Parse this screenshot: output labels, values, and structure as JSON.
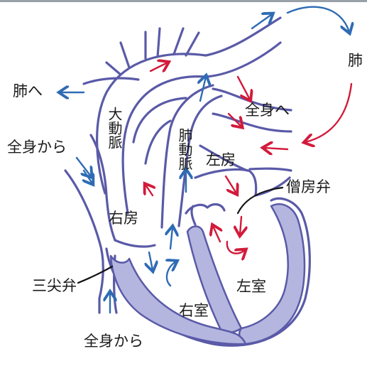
{
  "labels": {
    "lung_right": "肺",
    "to_lung": "肺へ",
    "to_body": "全身へ",
    "from_body_upper": "全身から",
    "from_body_lower": "全身から",
    "aorta": "大動脈",
    "pulmonary_artery": "肺動脈",
    "left_atrium": "左房",
    "right_atrium": "右房",
    "mitral_valve": "僧房弁",
    "tricuspid_valve": "三尖弁",
    "left_ventricle": "左室",
    "right_ventricle": "右室"
  },
  "colors": {
    "outline": "#5a5aa8",
    "septum_fill": "#b4b6df",
    "artery_arrow": "#d21a3a",
    "vein_arrow": "#2e6bb4",
    "pointer_line": "#111111"
  }
}
